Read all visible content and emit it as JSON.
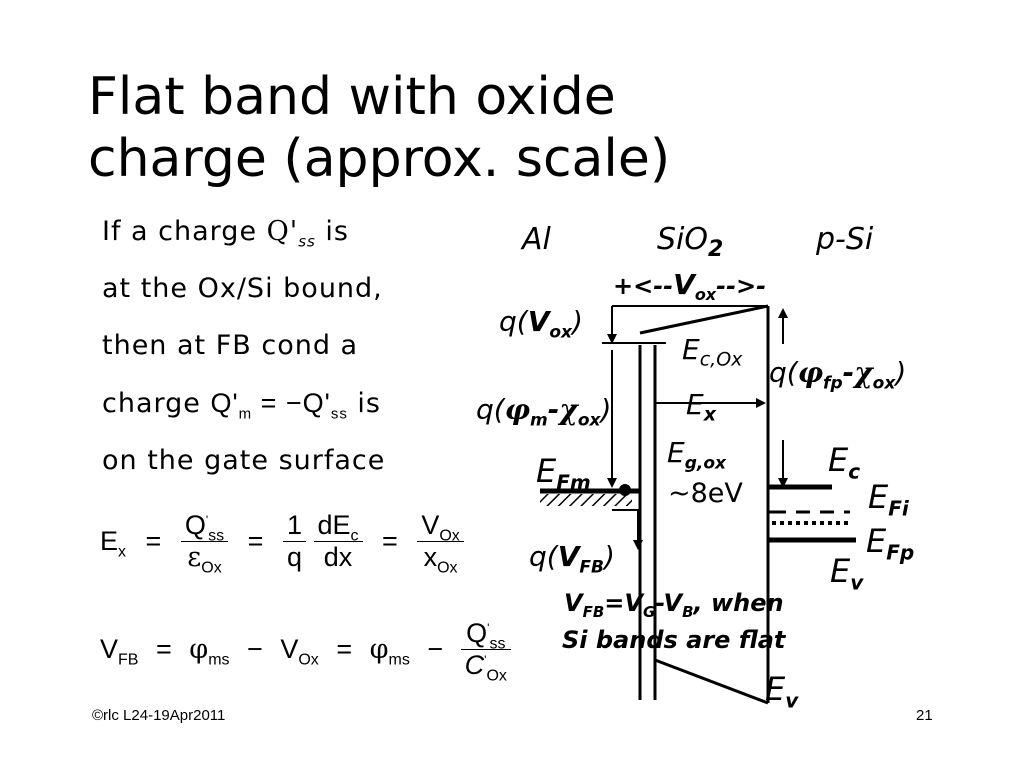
{
  "slide": {
    "title_line1": "Flat band with oxide",
    "title_line2": "charge (approx. scale)"
  },
  "body": {
    "line1_pre": "If a charge ",
    "line1_sym": "Q'",
    "line1_sub": "ss",
    "line1_post": " is",
    "line2": "at the Ox/Si bound,",
    "line3": "then at FB cond a",
    "line4_pre": "charge ",
    "line4_eq_lhs": "Q'",
    "line4_eq_lhs_sub": "m",
    "line4_eq_op": " = −",
    "line4_eq_rhs": "Q'",
    "line4_eq_rhs_sub": "ss",
    "line4_post": " is",
    "line5": "on the gate surface"
  },
  "equations": {
    "ex_lhs": "E",
    "ex_lhs_sub": "x",
    "eq": "=",
    "f1_num": "Q",
    "f1_num_sub": "ss",
    "f1_num_sup": "'",
    "f1_den": "ε",
    "f1_den_sub": "Ox",
    "f2_num": "1",
    "f2_den": "q",
    "f3_num": "dE",
    "f3_num_sub": "c",
    "f3_den": "dx",
    "f4_num": "V",
    "f4_num_sub": "Ox",
    "f4_den": "x",
    "f4_den_sub": "Ox",
    "vfb_lhs": "V",
    "vfb_lhs_sub": "FB",
    "phi": "φ",
    "phi_sub": "ms",
    "minus": "−",
    "vox": "V",
    "vox_sub": "Ox",
    "g_num": "Q",
    "g_num_sub": "ss",
    "g_num_sup": "'",
    "g_den": "C",
    "g_den_sub": "Ox",
    "g_den_sup": "'"
  },
  "diagram": {
    "region_al": "Al",
    "region_sio2": "SiO",
    "region_sio2_sub": "2",
    "region_psi": "p-Si",
    "vox_arrow_pre": "+<--",
    "vox_arrow_v": "V",
    "vox_arrow_sub": "ox",
    "vox_arrow_post": "-->-",
    "q_vox_pre": "q(",
    "q_vox_v": "V",
    "q_vox_sub": "ox",
    "q_vox_post": ")",
    "ec_ox": "E",
    "ec_ox_sub": "c,Ox",
    "q_phifp_pre": "q(",
    "q_phifp_phi": "φ",
    "q_phifp_sub1": "fp",
    "q_phifp_minus": "-",
    "q_phifp_chi": "χ",
    "q_phifp_sub2": "ox",
    "q_phifp_post": ")",
    "q_phim_pre": "q(",
    "q_phim_phi": "φ",
    "q_phim_sub1": "m",
    "q_phim_minus": "-",
    "q_phim_chi": "χ",
    "q_phim_sub2": "ox",
    "q_phim_post": ")",
    "ex": "E",
    "ex_sub": "x",
    "eg_ox": "E",
    "eg_ox_sub": "g,ox",
    "efm": "E",
    "efm_sub": "Fm",
    "ec": "E",
    "ec_sub": "c",
    "efi": "E",
    "efi_sub": "Fi",
    "approx": "~8eV",
    "efp": "E",
    "efp_sub": "Fp",
    "q_vfb_pre": "q(",
    "q_vfb_v": "V",
    "q_vfb_sub": "FB",
    "q_vfb_post": ")",
    "ev": "E",
    "ev_sub": "v",
    "note1_v1": "V",
    "note1_s1": "FB",
    "note1_eq": "=",
    "note1_v2": "V",
    "note1_s2": "G",
    "note1_m": "-",
    "note1_v3": "V",
    "note1_s3": "B",
    "note1_tail": ",  when",
    "note2": "Si bands are flat",
    "ev_bottom": "E",
    "ev_bottom_sub": "v"
  },
  "footer": {
    "left": "©rlc L24-19Apr2011",
    "page": "21"
  }
}
